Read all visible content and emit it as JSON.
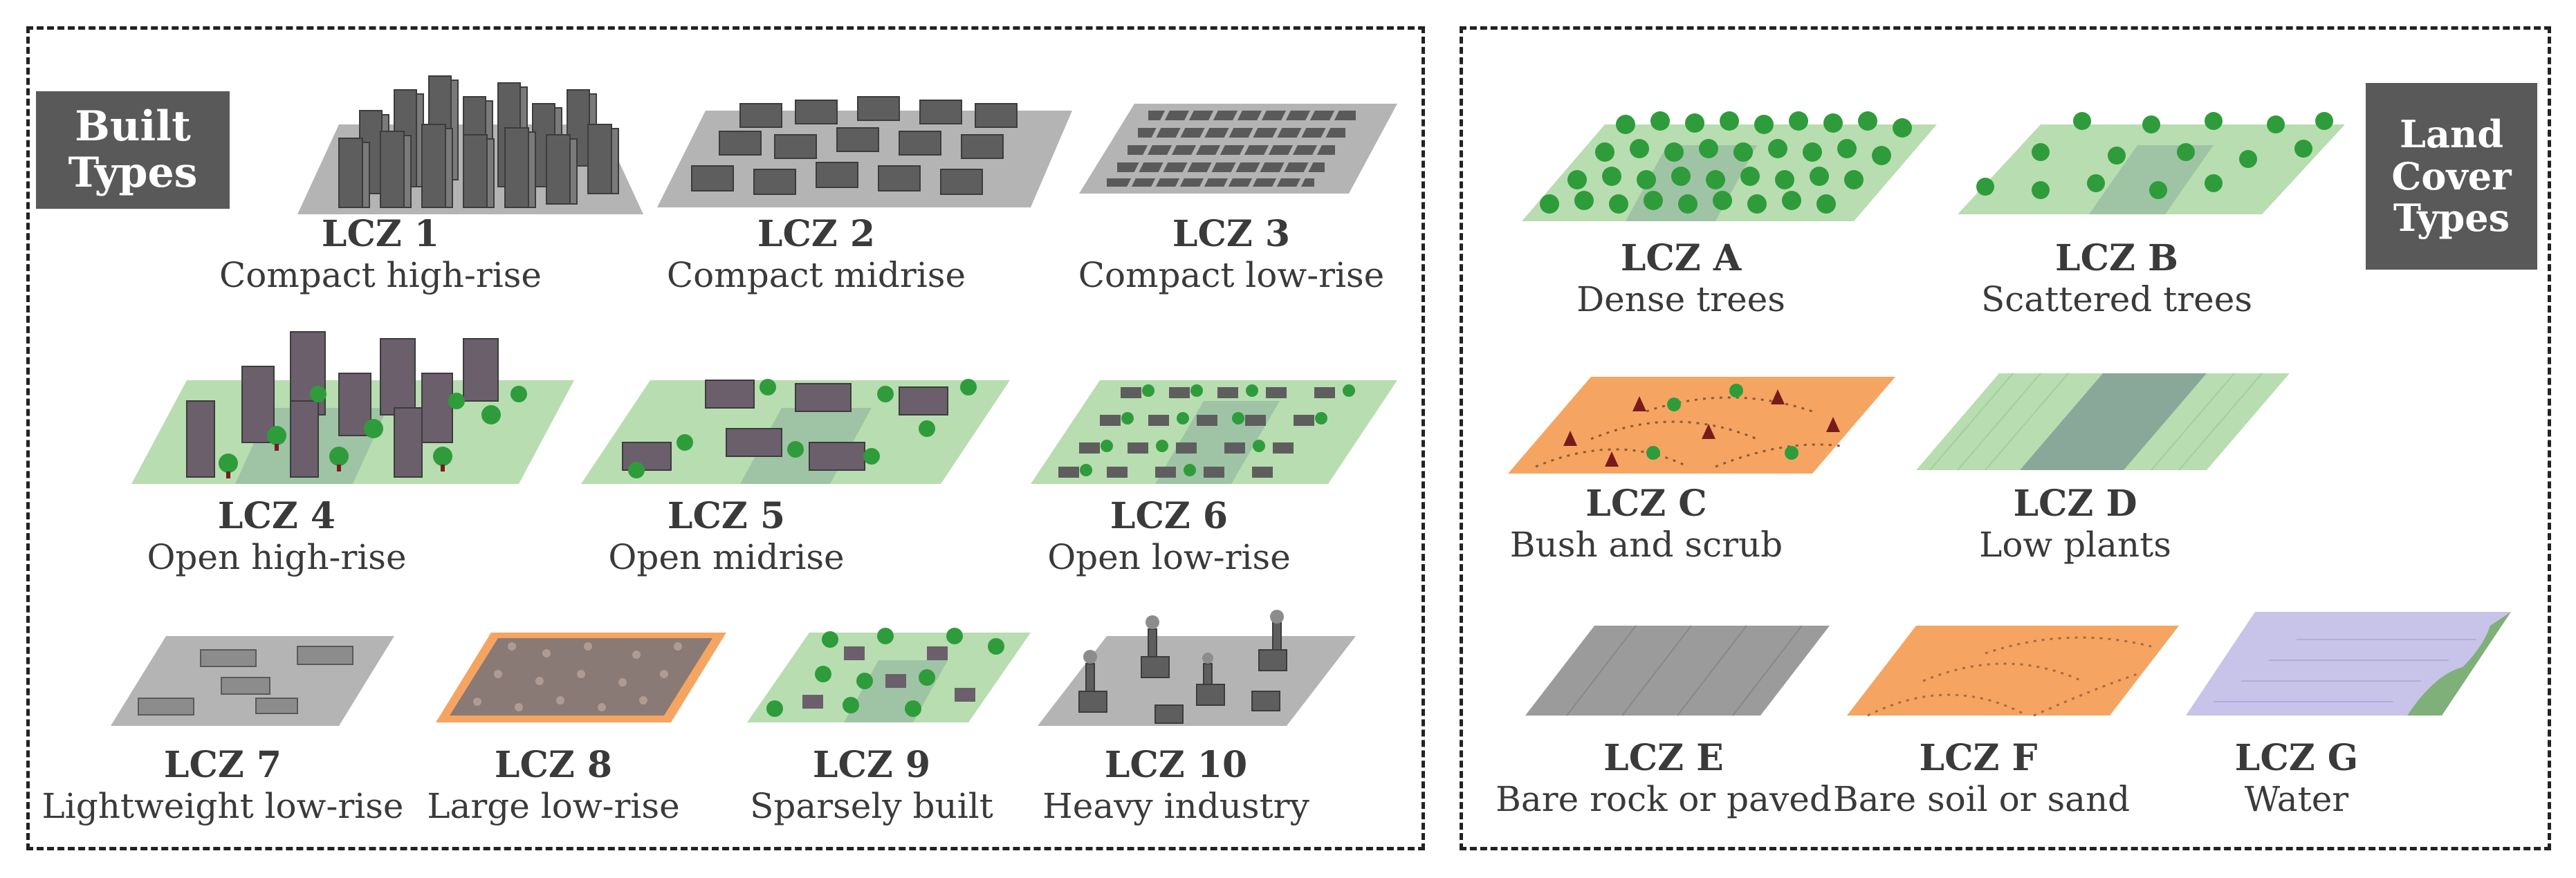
{
  "built_panel": {
    "title": "Built\nTypes",
    "items": [
      {
        "code": "LCZ 1",
        "name": "Compact high-rise"
      },
      {
        "code": "LCZ 2",
        "name": "Compact midrise"
      },
      {
        "code": "LCZ 3",
        "name": "Compact low-rise"
      },
      {
        "code": "LCZ 4",
        "name": "Open high-rise"
      },
      {
        "code": "LCZ 5",
        "name": "Open midrise"
      },
      {
        "code": "LCZ 6",
        "name": "Open low-rise"
      },
      {
        "code": "LCZ 7",
        "name": "Lightweight low-rise"
      },
      {
        "code": "LCZ 8",
        "name": "Large low-rise"
      },
      {
        "code": "LCZ 9",
        "name": "Sparsely built"
      },
      {
        "code": "LCZ 10",
        "name": "Heavy industry"
      }
    ]
  },
  "land_panel": {
    "title": "Land\nCover\nTypes",
    "items": [
      {
        "code": "LCZ A",
        "name": "Dense trees"
      },
      {
        "code": "LCZ B",
        "name": "Scattered trees"
      },
      {
        "code": "LCZ C",
        "name": "Bush and scrub"
      },
      {
        "code": "LCZ D",
        "name": "Low plants"
      },
      {
        "code": "LCZ E",
        "name": "Bare rock or paved"
      },
      {
        "code": "LCZ F",
        "name": "Bare soil or sand"
      },
      {
        "code": "LCZ G",
        "name": "Water"
      }
    ]
  },
  "colors": {
    "grey_ground": "#b4b4b4",
    "green_ground": "#b8ddb0",
    "orange_ground": "#f5a561",
    "building": "#5e5e5e",
    "tree_green": "#2e9c3a",
    "trunk": "#7a1b1b",
    "water": "#c8c3e8",
    "tag_bg": "#595959"
  }
}
